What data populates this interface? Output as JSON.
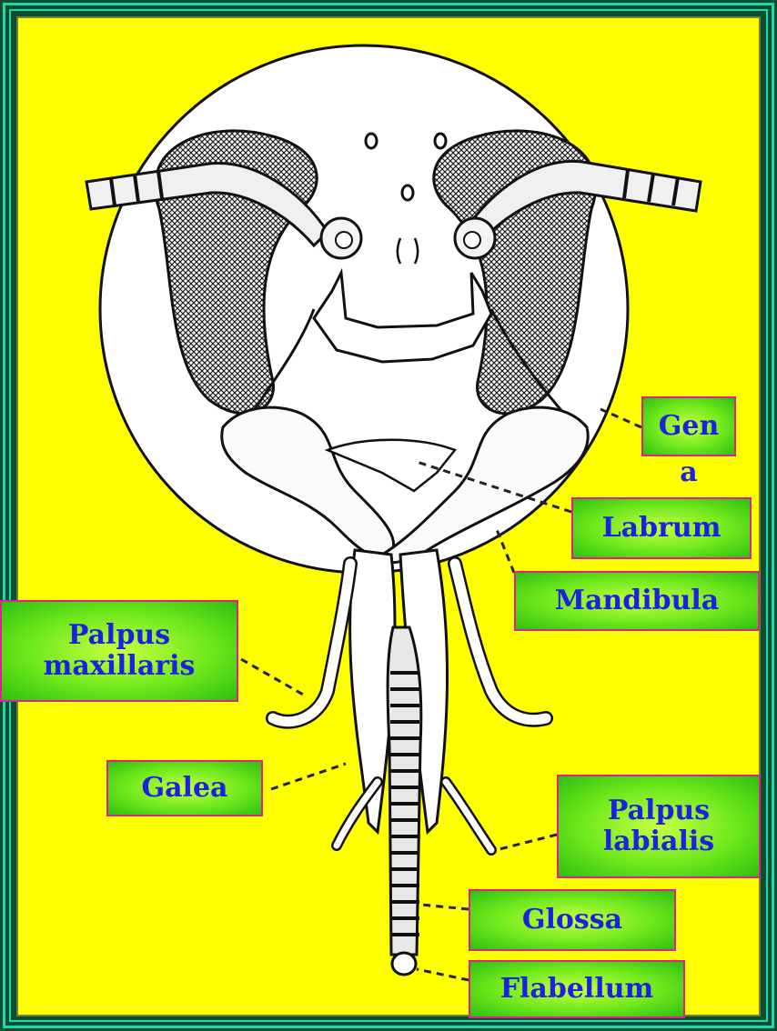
{
  "labels": {
    "gena_line1": "Gen",
    "gena_line2": "a",
    "labrum": "Labrum",
    "mandibula": "Mandibula",
    "palpus_maxillaris_line1": "Palpus",
    "palpus_maxillaris_line2": "maxillaris",
    "galea": "Galea",
    "palpus_labialis_line1": "Palpus",
    "palpus_labialis_line2": "labialis",
    "glossa": "Glossa",
    "flabellum": "Flabellum"
  },
  "colors": {
    "background": "#ffff00",
    "label_fill": "#6ee81c",
    "label_border": "#e0208f",
    "label_text": "#1a22e0",
    "frame": "#1fd6b0"
  }
}
